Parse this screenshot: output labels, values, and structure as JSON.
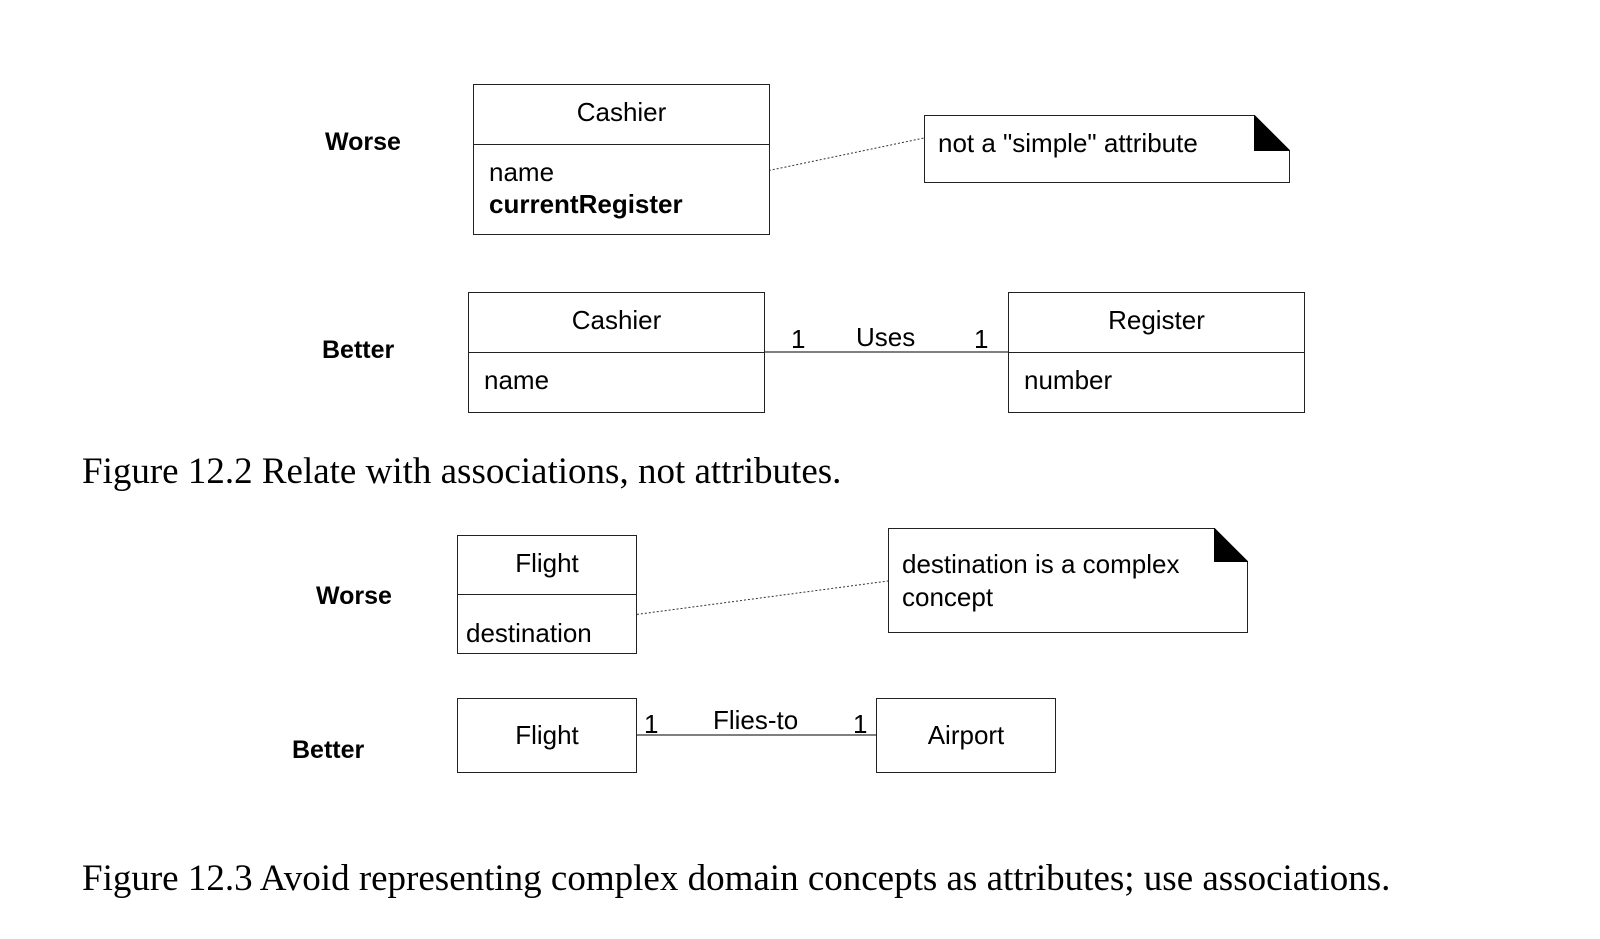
{
  "figure1": {
    "worse_label": "Worse",
    "better_label": "Better",
    "worse_class": {
      "name": "Cashier",
      "attr1": "name",
      "attr2": "currentRegister"
    },
    "note": "not a \"simple\" attribute",
    "better_left": {
      "name": "Cashier",
      "attr": "name"
    },
    "better_right": {
      "name": "Register",
      "attr": "number"
    },
    "association": {
      "name": "Uses",
      "left_mult": "1",
      "right_mult": "1"
    },
    "caption": "Figure 12.2 Relate with associations, not attributes."
  },
  "figure2": {
    "worse_label": "Worse",
    "better_label": "Better",
    "worse_class": {
      "name": "Flight",
      "attr": "destination"
    },
    "note_line1": "destination is a complex",
    "note_line2": "concept",
    "better_left": {
      "name": "Flight"
    },
    "better_right": {
      "name": "Airport"
    },
    "association": {
      "name": "Flies-to",
      "left_mult": "1",
      "right_mult": "1"
    },
    "caption": "Figure 12.3 Avoid representing complex domain concepts as attributes; use associations."
  }
}
